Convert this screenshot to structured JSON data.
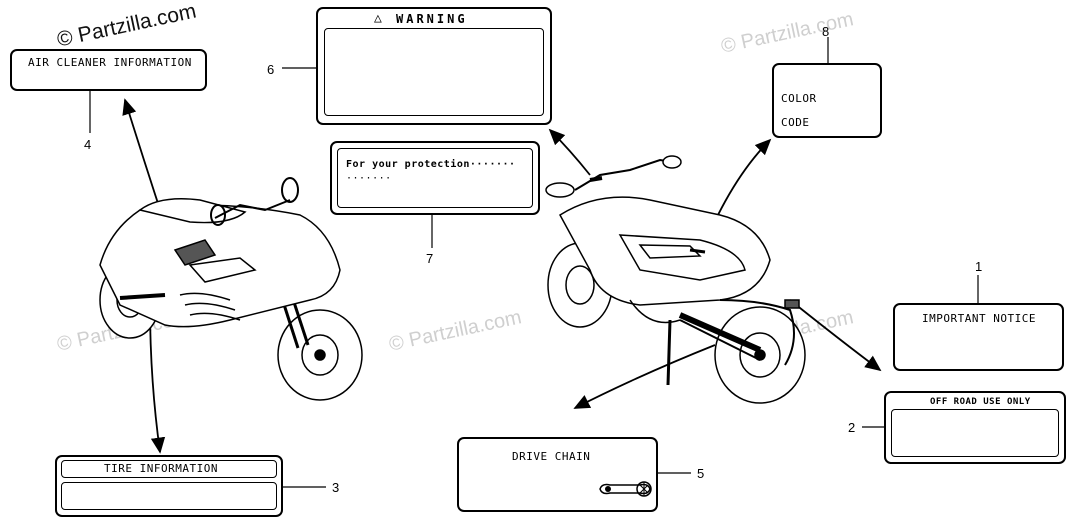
{
  "watermark": {
    "text": "© Partzilla.com"
  },
  "labels": {
    "air_cleaner": "AIR CLEANER INFORMATION",
    "warning": "WARNING",
    "warning_symbol": "△",
    "protection_line1": "For your protection·······",
    "protection_line2": "·······",
    "color_code_line1": "COLOR",
    "color_code_line2": "CODE",
    "important_notice": "IMPORTANT NOTICE",
    "off_road": "OFF ROAD USE ONLY",
    "tire_info": "TIRE  INFORMATION",
    "drive_chain": "DRIVE CHAIN"
  },
  "callouts": {
    "n1": "1",
    "n2": "2",
    "n3": "3",
    "n4": "4",
    "n5": "5",
    "n6": "6",
    "n7": "7",
    "n8": "8"
  },
  "icons": [
    "motorcycle-front-view",
    "motorcycle-rear-view",
    "chain-icon"
  ]
}
